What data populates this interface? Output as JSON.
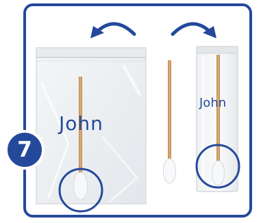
{
  "step_number": "7",
  "bag_label": "John",
  "tube_label": "John",
  "colors": {
    "frame": "#24499b",
    "badge": "#24499b",
    "arrow": "#24499b",
    "circle": "#24499b",
    "stick": "#c99a63"
  },
  "icons": [
    "left-curved-arrow-icon",
    "right-curved-arrow-icon",
    "swab-icon",
    "zip-bag-icon",
    "tube-sleeve-icon"
  ]
}
